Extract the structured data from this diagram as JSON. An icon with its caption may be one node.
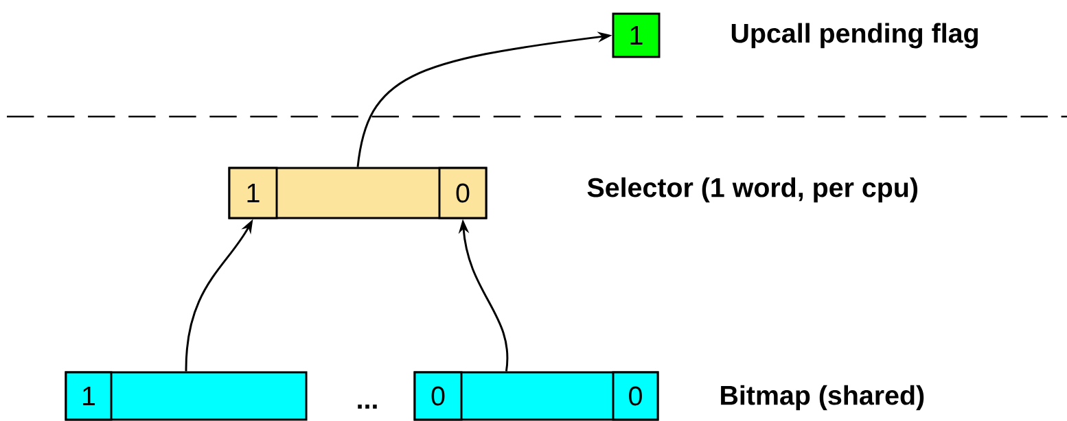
{
  "diagram": {
    "nodes": [
      {
        "text": [
          "1"
        ]
      },
      {
        "text": [],
        "shape": "box"
      },
      {
        "text": [
          "1"
        ],
        "in": 1
      },
      {
        "text": [
          "0"
        ],
        "in": 1
      },
      {
        "text": [],
        "shape": "box"
      },
      {
        "text": [
          "1"
        ],
        "in": 4
      },
      {
        "text": [],
        "shape": "box"
      },
      {
        "text": [
          "0"
        ],
        "in": 6
      },
      {
        "text": [
          "0"
        ],
        "in": 6
      }
    ],
    "edges": [
      {
        "from": 1,
        "to": 0,
        "arrow": "to"
      },
      {
        "from": 4,
        "to": 2,
        "arrow": "to"
      },
      {
        "from": 6,
        "to": 3,
        "arrow": "to"
      }
    ],
    "labels": [
      "Upcall pending flag",
      "Selector (1 word, per cpu)",
      "...",
      "Bitmap (shared)"
    ]
  }
}
